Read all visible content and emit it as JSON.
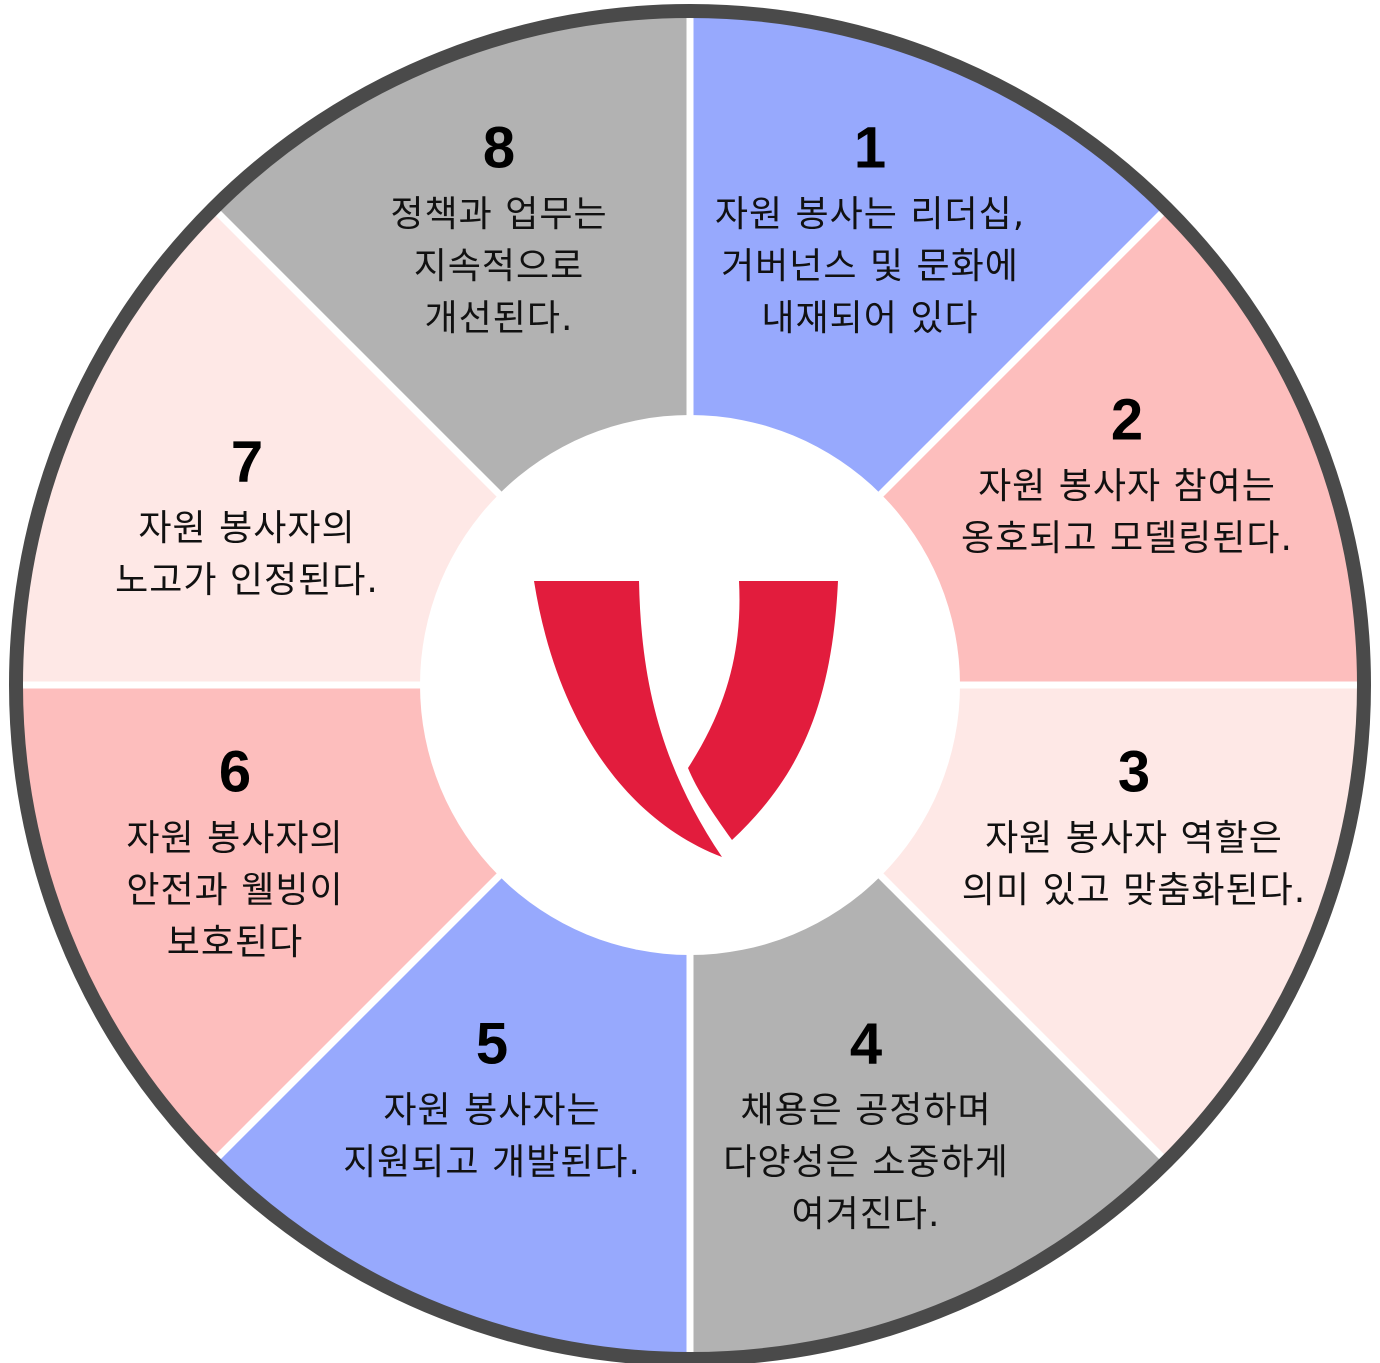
{
  "diagram": {
    "colors": {
      "blue": "#97a9fd",
      "pink": "#fdbebd",
      "light_pink": "#fee8e6",
      "gray": "#b2b2b2",
      "rim": "#4a4a4a",
      "divider": "#ffffff",
      "center": "#ffffff",
      "logo_red": "#e21c3d"
    },
    "center_logo": {
      "icon": "volunteer-v-logo-icon",
      "color": "#e21c3d"
    },
    "segments": [
      {
        "number": "1",
        "color": "#97a9fd",
        "lines": [
          "자원 봉사는 리더십,",
          "거버넌스 및 문화에",
          "내재되어 있다"
        ]
      },
      {
        "number": "2",
        "color": "#fdbebd",
        "lines": [
          "자원 봉사자 참여는",
          "옹호되고 모델링된다."
        ]
      },
      {
        "number": "3",
        "color": "#fee8e6",
        "lines": [
          "자원 봉사자 역할은",
          "의미 있고 맞춤화된다."
        ]
      },
      {
        "number": "4",
        "color": "#b2b2b2",
        "lines": [
          "채용은 공정하며",
          "다양성은 소중하게",
          "여겨진다."
        ]
      },
      {
        "number": "5",
        "color": "#97a9fd",
        "lines": [
          "자원 봉사자는",
          "지원되고 개발된다."
        ]
      },
      {
        "number": "6",
        "color": "#fdbebd",
        "lines": [
          "자원 봉사자의",
          "안전과 웰빙이",
          "보호된다"
        ]
      },
      {
        "number": "7",
        "color": "#fee8e6",
        "lines": [
          "자원 봉사자의",
          "노고가 인정된다."
        ]
      },
      {
        "number": "8",
        "color": "#b2b2b2",
        "lines": [
          "정책과 업무는",
          "지속적으로",
          "개선된다."
        ]
      }
    ]
  }
}
